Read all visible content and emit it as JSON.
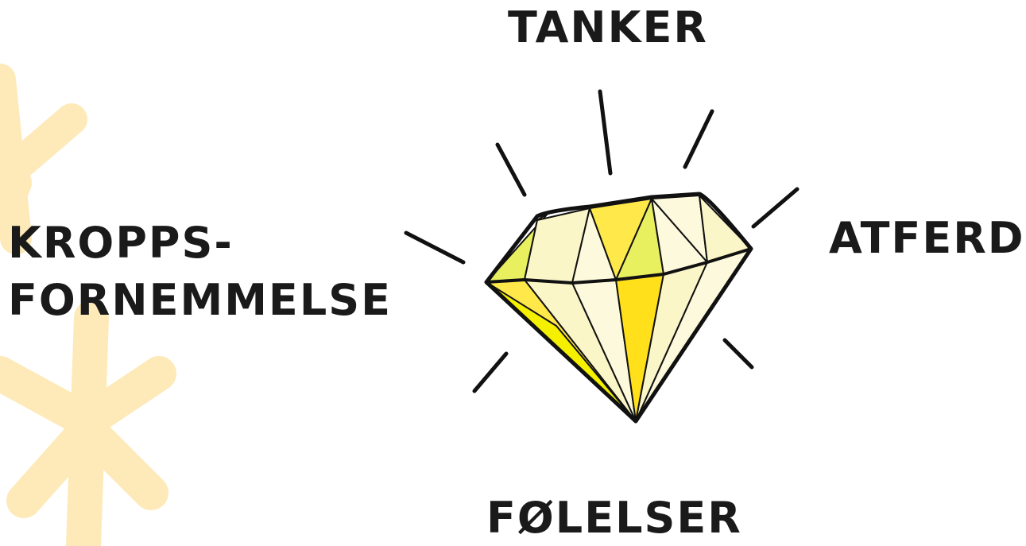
{
  "labels": {
    "top": "TANKER",
    "right": "ATFERD",
    "bottom": "FØLELSER",
    "left_line1": "KROPPS-",
    "left_line2": "FORNEMMELSE"
  },
  "colors": {
    "background": "#ffffff",
    "text": "#1a1a1a",
    "decor": "#fdeab8",
    "outline": "#111111",
    "facet_bright_yellow": "#ffe01a",
    "facet_lime": "#e8f060",
    "facet_pale": "#fbf6c8",
    "facet_cream": "#fdf9dc",
    "facet_mid_yellow": "#fff07a"
  },
  "icons": {
    "diamond": "diamond-icon",
    "sparkle": "sparkle-ray",
    "decor": "asterisk-decoration"
  }
}
